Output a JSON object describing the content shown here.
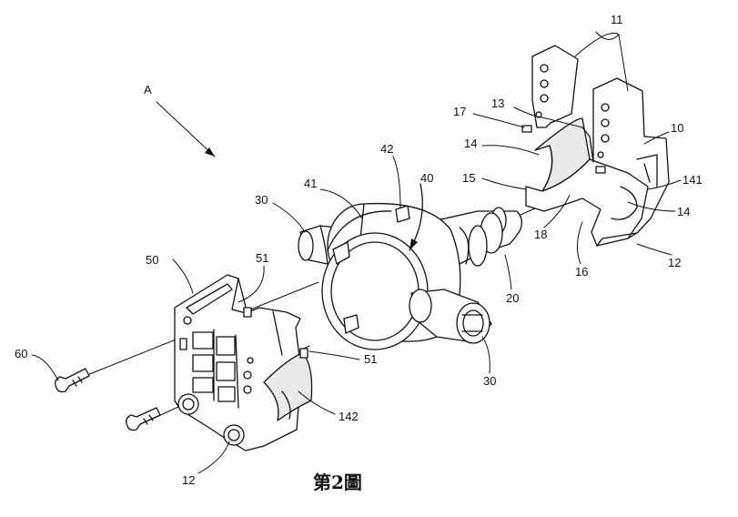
{
  "figure": {
    "caption": "第2圖",
    "view_arrow_label": "A"
  },
  "labels": {
    "l11": "11",
    "l13": "13",
    "l17": "17",
    "l10": "10",
    "l14a": "14",
    "l15": "15",
    "l141": "141",
    "l14b": "14",
    "l18": "18",
    "l16": "16",
    "l12a": "12",
    "l42": "42",
    "l40": "40",
    "l41": "41",
    "l30a": "30",
    "l20": "20",
    "l30b": "30",
    "l50": "50",
    "l51a": "51",
    "l51b": "51",
    "l60": "60",
    "l142": "142",
    "l12b": "12"
  }
}
